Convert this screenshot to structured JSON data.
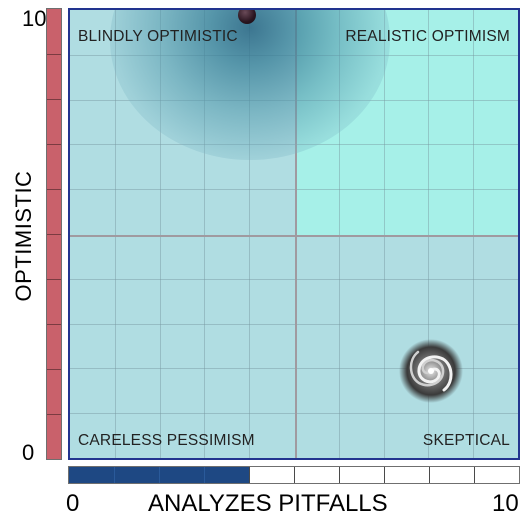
{
  "y_axis": {
    "max_label": "10",
    "min_label": "0",
    "title": "OPTIMISTIC",
    "meter_level": 10,
    "meter_color": "#c9616b",
    "segments": 10
  },
  "x_axis": {
    "min_label": "0",
    "max_label": "10",
    "title": "ANALYZES PITFALLS",
    "meter_level": 4,
    "meter_color": "#1e4883",
    "segments": 10
  },
  "quadrants": {
    "top_left": "BLINDLY OPTIMISTIC",
    "top_right": "REALISTIC OPTIMISM",
    "bottom_left": "CARELESS PESSIMISM",
    "bottom_right": "SKEPTICAL"
  },
  "colors": {
    "plot_background": "#b0dde2",
    "top_right_quadrant": "#a6f0e8",
    "border": "#22348f"
  },
  "markers": [
    {
      "name": "current-position-marker",
      "icon": "dot"
    },
    {
      "name": "target-swirl-marker",
      "icon": "swirl-icon"
    }
  ]
}
